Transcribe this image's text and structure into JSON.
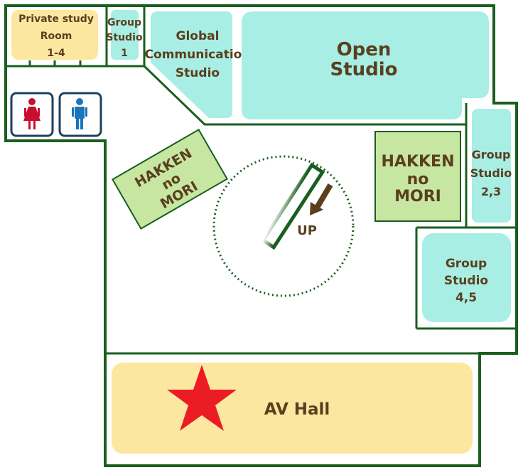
{
  "rooms": {
    "private_study": {
      "line1": "Private study",
      "line2": "Room",
      "line3": "1-4"
    },
    "group_studio_1": {
      "line1": "Group",
      "line2": "Studio",
      "line3": "1"
    },
    "global_comm": {
      "line1": "Global",
      "line2": "Communication",
      "line3": "Studio"
    },
    "open_studio": {
      "line1": "Open",
      "line2": "Studio"
    },
    "hakken_left": {
      "line1": "HAKKEN",
      "line2": "no",
      "line3": "MORI"
    },
    "hakken_right": {
      "line1": "HAKKEN",
      "line2": "no",
      "line3": "MORI"
    },
    "group_studio_23": {
      "line1": "Group",
      "line2": "Studio",
      "line3": "2,3"
    },
    "group_studio_45": {
      "line1": "Group",
      "line2": "Studio",
      "line3": "4,5"
    },
    "av_hall": {
      "label": "AV Hall"
    }
  },
  "stairs": {
    "label": "UP"
  },
  "icons": [
    "female-restroom-icon",
    "male-restroom-icon",
    "star-icon",
    "up-arrow-icon"
  ],
  "colors": {
    "wall": "#1a5e20",
    "teal_room": "#a8eee4",
    "yellow_room": "#fce7a1",
    "green_room": "#c6e6a2",
    "label_brown": "#5a3f1e",
    "star_red": "#ec1c24",
    "female_red": "#c8102e",
    "male_blue": "#1a75bb",
    "restroom_border": "#1e3f5a",
    "arrow_brown": "#5a3f1e"
  }
}
